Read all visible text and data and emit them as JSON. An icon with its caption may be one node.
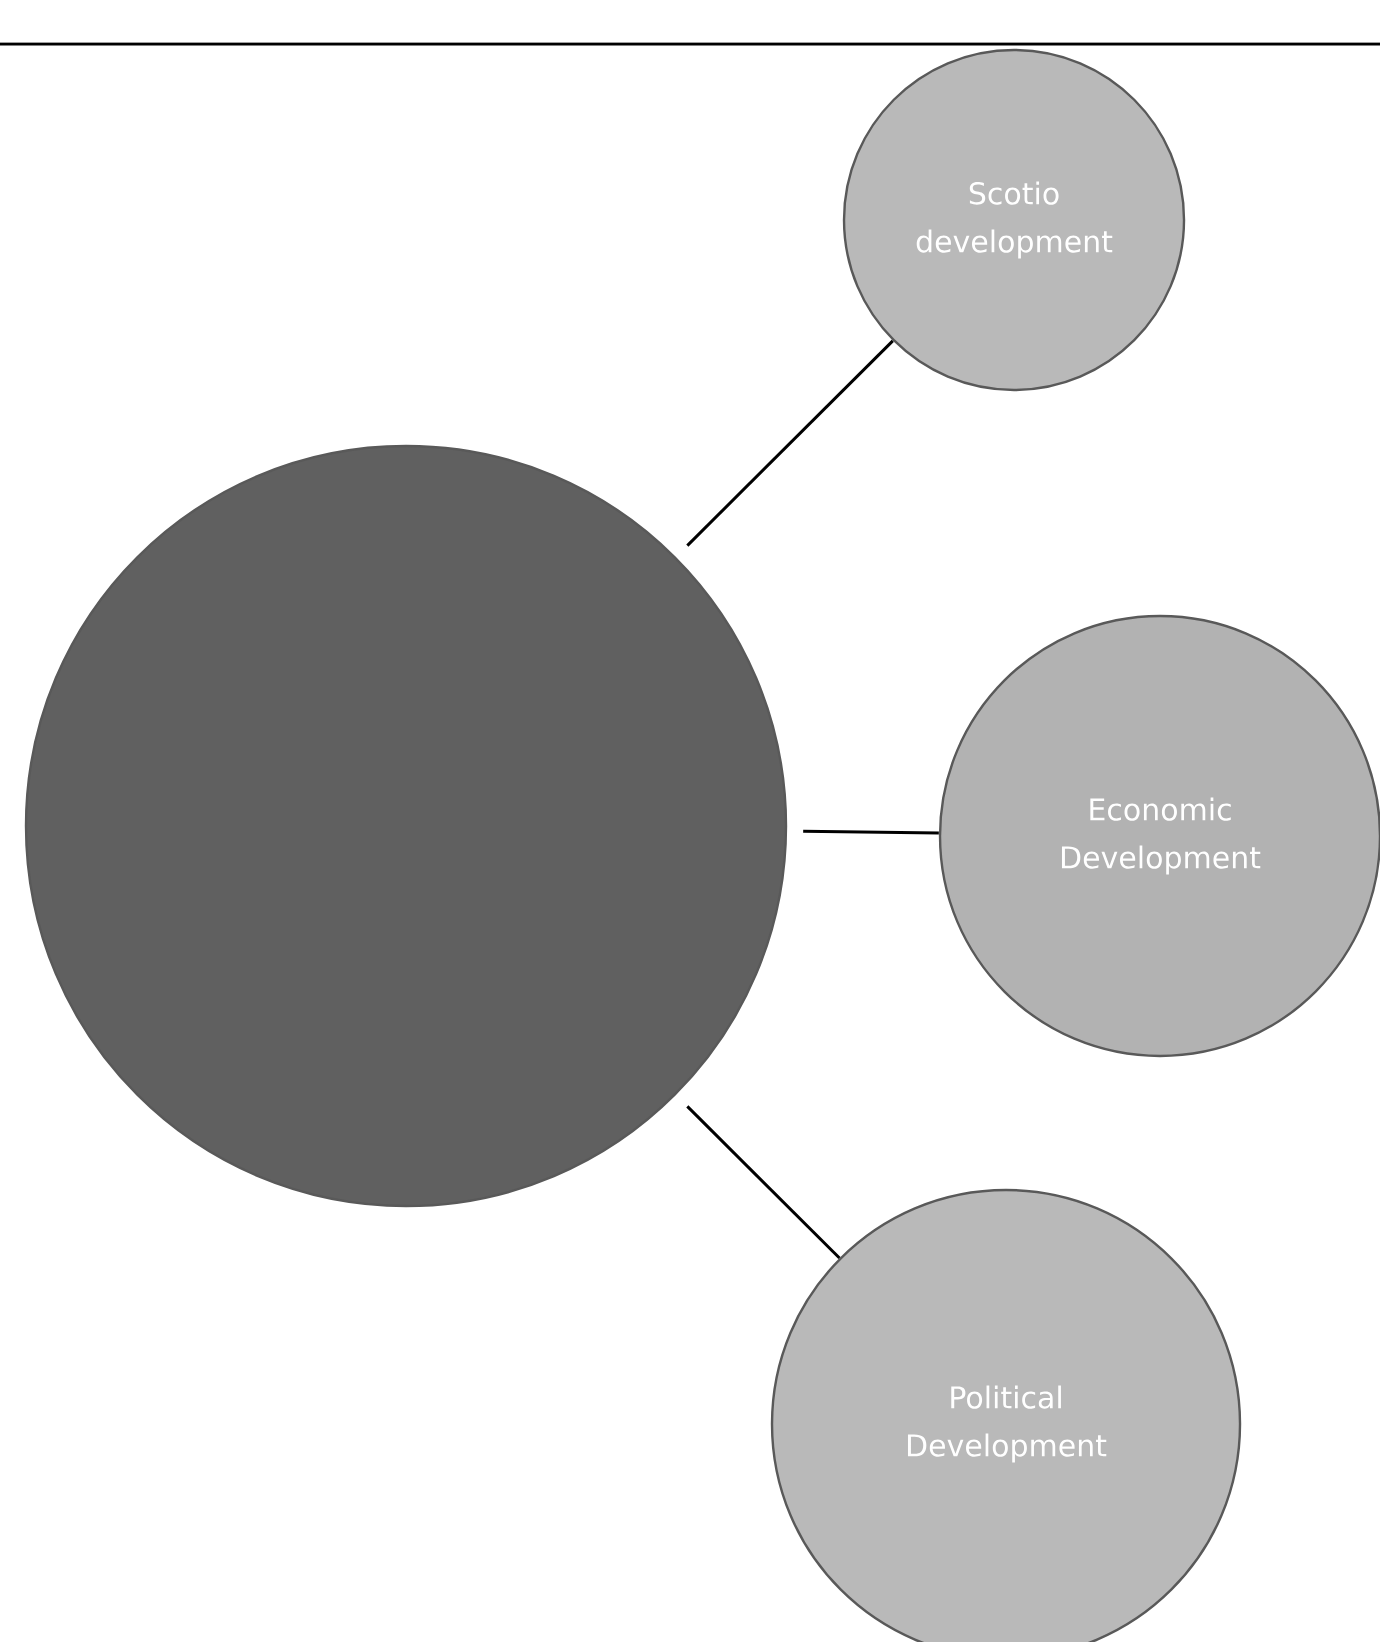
{
  "diagram": {
    "nodes": [
      {
        "text": [],
        "shape": "circle"
      },
      {
        "text": [
          "Scotio development"
        ]
      },
      {
        "text": [
          "Economic Development"
        ]
      },
      {
        "text": [
          "Political Development"
        ]
      }
    ],
    "edges": [
      {
        "from": 0,
        "to": 1,
        "arrow": "none"
      },
      {
        "from": 0,
        "to": 2,
        "arrow": "none"
      },
      {
        "from": 0,
        "to": 3,
        "arrow": "none"
      }
    ]
  }
}
